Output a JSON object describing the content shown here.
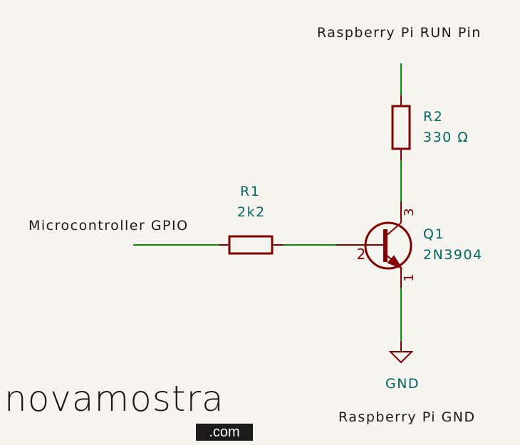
{
  "diagram": {
    "type": "schematic",
    "colors": {
      "background": "#f5f4ef",
      "wire": "#009900",
      "component": "#840000",
      "reference_text": "#006666",
      "label_text": "#1a1a1a"
    },
    "labels": {
      "run_pin": "Raspberry Pi RUN Pin",
      "gpio": "Microcontroller GPIO",
      "rpi_gnd": "Raspberry Pi GND"
    },
    "components": {
      "r1": {
        "ref": "R1",
        "value": "2k2"
      },
      "r2": {
        "ref": "R2",
        "value": "330 Ω"
      },
      "q1": {
        "ref": "Q1",
        "value": "2N3904",
        "pins": {
          "emitter": "1",
          "base": "2",
          "collector": "3"
        }
      },
      "gnd": {
        "ref": "GND"
      }
    }
  },
  "logo": {
    "name": "novamostra",
    "tld": ".com"
  }
}
